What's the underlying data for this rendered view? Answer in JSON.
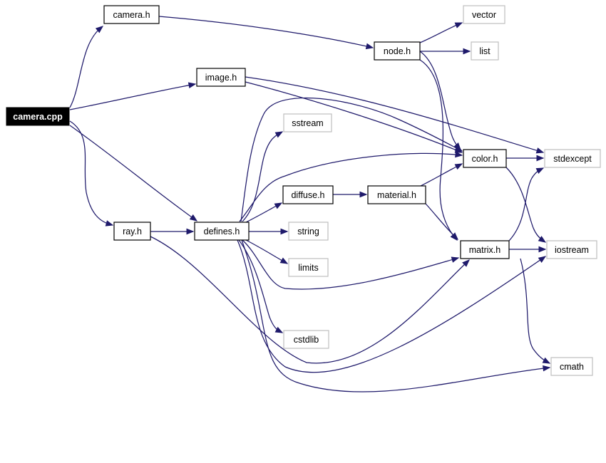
{
  "diagram": {
    "type": "include-dependency-graph",
    "colors": {
      "edge": "#1f1a6b",
      "root_fill": "#000000",
      "local_border": "#000000",
      "system_border": "#bfbfbf"
    },
    "nodes": [
      {
        "id": "camera_cpp",
        "label": "camera.cpp",
        "kind": "root"
      },
      {
        "id": "camera_h",
        "label": "camera.h",
        "kind": "local"
      },
      {
        "id": "image_h",
        "label": "image.h",
        "kind": "local"
      },
      {
        "id": "ray_h",
        "label": "ray.h",
        "kind": "local"
      },
      {
        "id": "defines_h",
        "label": "defines.h",
        "kind": "local"
      },
      {
        "id": "node_h",
        "label": "node.h",
        "kind": "local"
      },
      {
        "id": "diffuse_h",
        "label": "diffuse.h",
        "kind": "local"
      },
      {
        "id": "material_h",
        "label": "material.h",
        "kind": "local"
      },
      {
        "id": "color_h",
        "label": "color.h",
        "kind": "local"
      },
      {
        "id": "matrix_h",
        "label": "matrix.h",
        "kind": "local"
      },
      {
        "id": "vector",
        "label": "vector",
        "kind": "system"
      },
      {
        "id": "list",
        "label": "list",
        "kind": "system"
      },
      {
        "id": "sstream",
        "label": "sstream",
        "kind": "system"
      },
      {
        "id": "string",
        "label": "string",
        "kind": "system"
      },
      {
        "id": "limits",
        "label": "limits",
        "kind": "system"
      },
      {
        "id": "cstdlib",
        "label": "cstdlib",
        "kind": "system"
      },
      {
        "id": "stdexcept",
        "label": "stdexcept",
        "kind": "system"
      },
      {
        "id": "iostream",
        "label": "iostream",
        "kind": "system"
      },
      {
        "id": "cmath",
        "label": "cmath",
        "kind": "system"
      }
    ],
    "edges": [
      {
        "from": "camera_cpp",
        "to": "camera_h"
      },
      {
        "from": "camera_cpp",
        "to": "image_h"
      },
      {
        "from": "camera_cpp",
        "to": "ray_h"
      },
      {
        "from": "camera_cpp",
        "to": "defines_h"
      },
      {
        "from": "camera_h",
        "to": "node_h"
      },
      {
        "from": "node_h",
        "to": "vector"
      },
      {
        "from": "node_h",
        "to": "list"
      },
      {
        "from": "node_h",
        "to": "color_h"
      },
      {
        "from": "node_h",
        "to": "matrix_h"
      },
      {
        "from": "image_h",
        "to": "color_h"
      },
      {
        "from": "image_h",
        "to": "stdexcept"
      },
      {
        "from": "ray_h",
        "to": "defines_h"
      },
      {
        "from": "ray_h",
        "to": "matrix_h"
      },
      {
        "from": "defines_h",
        "to": "sstream"
      },
      {
        "from": "defines_h",
        "to": "diffuse_h"
      },
      {
        "from": "defines_h",
        "to": "string"
      },
      {
        "from": "defines_h",
        "to": "limits"
      },
      {
        "from": "defines_h",
        "to": "cstdlib"
      },
      {
        "from": "defines_h",
        "to": "color_h"
      },
      {
        "from": "defines_h",
        "to": "matrix_h"
      },
      {
        "from": "defines_h",
        "to": "iostream"
      },
      {
        "from": "defines_h",
        "to": "cmath"
      },
      {
        "from": "diffuse_h",
        "to": "material_h"
      },
      {
        "from": "material_h",
        "to": "color_h"
      },
      {
        "from": "material_h",
        "to": "matrix_h"
      },
      {
        "from": "color_h",
        "to": "stdexcept"
      },
      {
        "from": "color_h",
        "to": "iostream"
      },
      {
        "from": "matrix_h",
        "to": "iostream"
      },
      {
        "from": "matrix_h",
        "to": "stdexcept"
      },
      {
        "from": "matrix_h",
        "to": "cmath"
      }
    ]
  }
}
